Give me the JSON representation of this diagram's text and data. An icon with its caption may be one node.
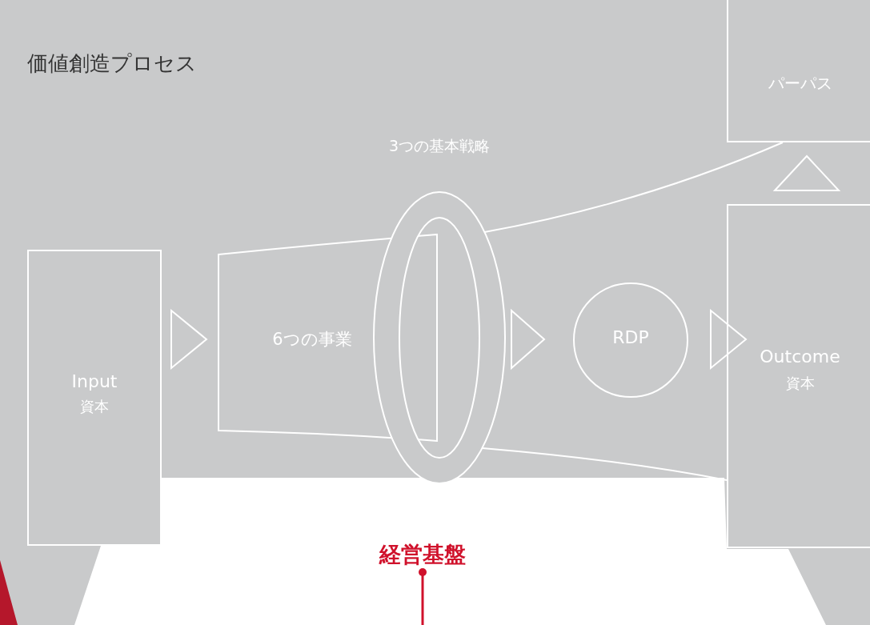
{
  "diagram": {
    "title": "価値創造プロセス",
    "nodes": [
      {
        "text": [
          "Input",
          "資本"
        ]
      },
      {
        "text": [
          "6つの事業"
        ]
      },
      {
        "text": [
          "3つの基本戦略"
        ]
      },
      {
        "text": [
          "RDP"
        ]
      },
      {
        "text": [
          "Outcome",
          "資本"
        ]
      },
      {
        "text": [
          "パーパス"
        ]
      },
      {
        "text": [
          "経営基盤"
        ]
      }
    ],
    "edges": [
      {
        "from": 0,
        "to": 1,
        "arrow": "to"
      },
      {
        "from": 2,
        "to": 3,
        "arrow": "to"
      },
      {
        "from": 3,
        "to": 4,
        "arrow": "to"
      },
      {
        "from": 4,
        "to": 5,
        "arrow": "to"
      },
      {
        "from": 6,
        "to": null,
        "arrow": "other",
        "color": "#d0112b"
      },
      {
        "from": 2,
        "to": 5,
        "arrow": "none"
      },
      {
        "from": 2,
        "to": 4,
        "arrow": "none"
      }
    ]
  }
}
